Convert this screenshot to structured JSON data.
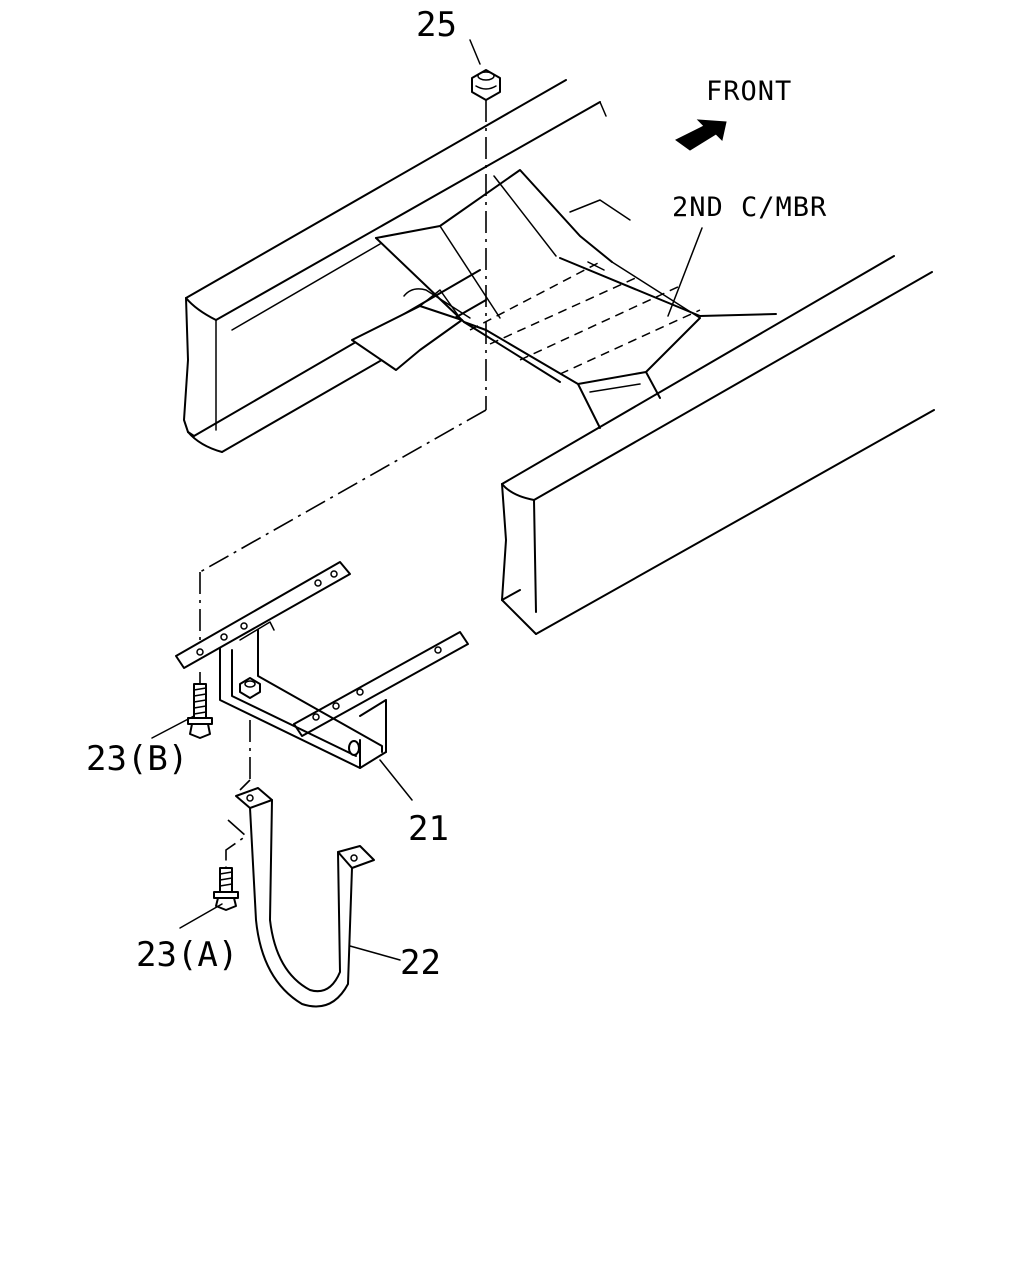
{
  "labels": {
    "nut": "25",
    "front": "FRONT",
    "crossmember": "2ND C/MBR",
    "bracket": "21",
    "strap": "22",
    "bolt_b": "23(B)",
    "bolt_a": "23(A)"
  },
  "icons": {
    "front_arrow": "front-arrow-icon"
  },
  "colors": {
    "ink": "#000000",
    "paper": "#ffffff"
  }
}
